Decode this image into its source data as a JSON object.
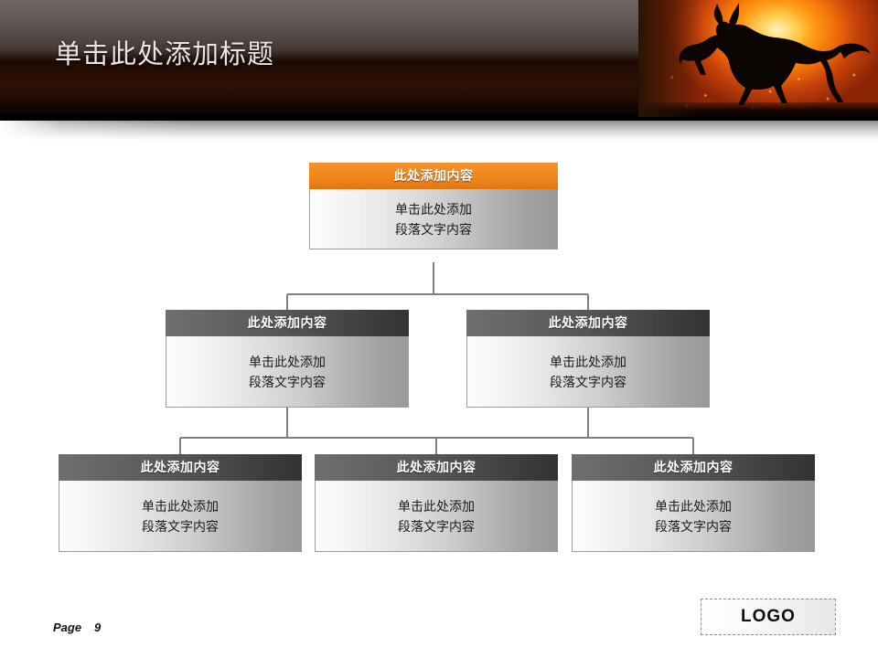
{
  "slide": {
    "title": "单击此处添加标题",
    "background_color": "#ffffff",
    "accent_color": "#f08a20",
    "header_gradient_top": "#6d6663",
    "header_gradient_bottom": "#000000"
  },
  "header_image": {
    "alt": "horse-silhouette-sunset",
    "sky_color": "#e2650f",
    "sun_color": "#ffd257",
    "silhouette_color": "#0a0402"
  },
  "chart": {
    "type": "org-chart",
    "levels": 3,
    "connector_color": "#808080",
    "nodes": [
      {
        "id": "root",
        "level": 1,
        "header": "此处添加内容",
        "header_style": "orange",
        "body_lines": [
          "单击此处添加",
          "段落文字内容"
        ]
      },
      {
        "id": "l2-0",
        "level": 2,
        "header": "此处添加内容",
        "header_style": "gray",
        "body_lines": [
          "单击此处添加",
          "段落文字内容"
        ]
      },
      {
        "id": "l2-1",
        "level": 2,
        "header": "此处添加内容",
        "header_style": "gray",
        "body_lines": [
          "单击此处添加",
          "段落文字内容"
        ]
      },
      {
        "id": "l3-0",
        "level": 3,
        "header": "此处添加内容",
        "header_style": "gray",
        "body_lines": [
          "单击此处添加",
          "段落文字内容"
        ]
      },
      {
        "id": "l3-1",
        "level": 3,
        "header": "此处添加内容",
        "header_style": "gray",
        "body_lines": [
          "单击此处添加",
          "段落文字内容"
        ]
      },
      {
        "id": "l3-2",
        "level": 3,
        "header": "此处添加内容",
        "header_style": "gray",
        "body_lines": [
          "单击此处添加",
          "段落文字内容"
        ]
      }
    ]
  },
  "footer": {
    "page_label": "Page",
    "page_number": "9",
    "logo_text": "LOGO"
  }
}
